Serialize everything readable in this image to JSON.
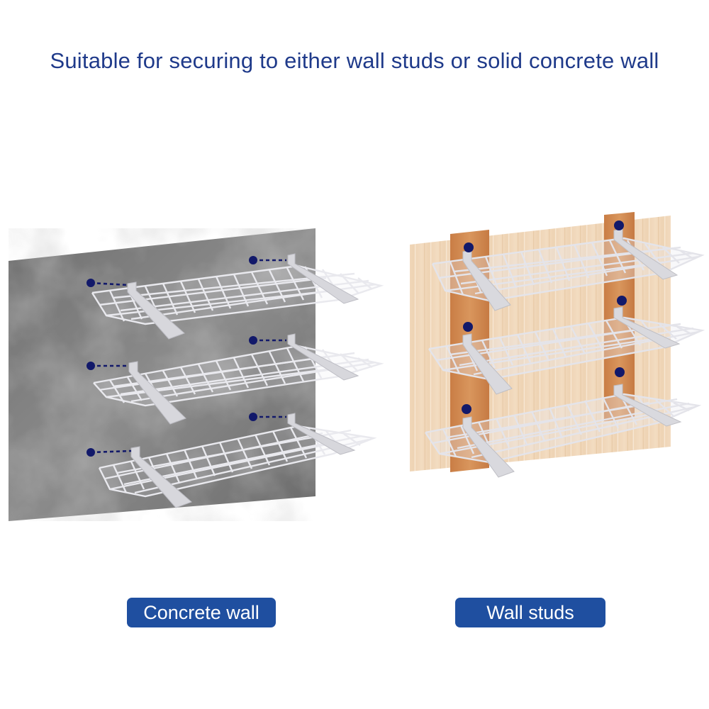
{
  "headline": "Suitable for securing to either wall studs or solid concrete wall",
  "labels": {
    "concrete": "Concrete wall",
    "studs": "Wall studs"
  },
  "colors": {
    "accent": "#1f3a8a",
    "pill": "#1f4fa0",
    "concrete": "#7d7d7d",
    "wood_panel": "#f0d6b8",
    "stud": "#d18a52",
    "marker": "#12196a"
  },
  "illustrations": {
    "left": {
      "surface": "concrete-wall",
      "shelves": 3,
      "icon": "wire-shelf-icon"
    },
    "right": {
      "surface": "wood-wall-with-studs",
      "shelves": 3,
      "icon": "wire-shelf-icon"
    }
  }
}
